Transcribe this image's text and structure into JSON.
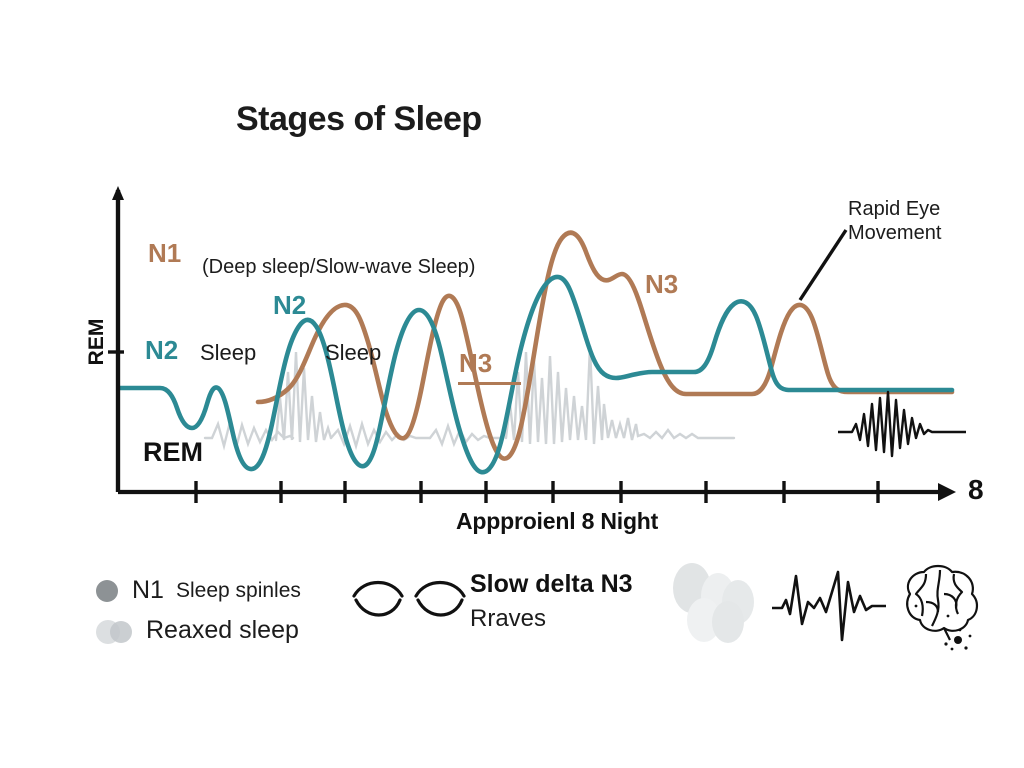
{
  "title": "Stages of Sleep",
  "axes": {
    "y_label": "REM",
    "x_label": "Appproienl 8 Night",
    "x_end_value": "8"
  },
  "labels": {
    "n1": "N1",
    "deep_sleep_note": "(Deep sleep/Slow-wave Sleep)",
    "n2_upper": "N2",
    "n2_lower": "N2",
    "sleep_1": "Sleep",
    "sleep_2": "Sleep",
    "n3_mid": "N3",
    "n3_right": "N3",
    "rem_inchart": "REM"
  },
  "annotation": {
    "rem_line1": "Rapid Eye",
    "rem_line2": "Movement"
  },
  "legend": {
    "n1_label": "N1",
    "spindles_label": "Sleep spinles",
    "relaxed_label": "Reaxed sleep",
    "slow_delta_label": "Slow delta N3",
    "waves_label": "Rraves",
    "eye_icon_name": "eyes-icon",
    "blobs_icon_name": "sleep-blobs-icon",
    "eeg_icon_name": "eeg-wave-icon",
    "brain_icon_name": "brain-icon"
  },
  "colors": {
    "brown": "#b07a55",
    "teal": "#2c8a94",
    "gray_wave": "#cfd3d6",
    "black": "#111111",
    "background": "#ffffff"
  },
  "chart_data": {
    "type": "line",
    "title": "Stages of Sleep",
    "xlabel": "Appproienl 8 Night",
    "ylabel": "REM",
    "grid": false,
    "legend_position": "bottom-left",
    "xlim": [
      0,
      10
    ],
    "ylim": [
      0,
      5
    ],
    "x_ticks": [
      1,
      2,
      3,
      4,
      5,
      6,
      7,
      8,
      9
    ],
    "x_tick_labels": [
      "",
      "",
      "",
      "",
      "",
      "",
      "",
      "",
      ""
    ],
    "y_ticks": [
      3
    ],
    "y_tick_labels": [
      ""
    ],
    "series": [
      {
        "name": "N2 (teal)",
        "color": "#2c8a94",
        "x": [
          0.0,
          0.35,
          0.7,
          1.05,
          1.4,
          1.8,
          2.2,
          2.6,
          3.0,
          3.4,
          3.8,
          4.2,
          4.6,
          5.0,
          5.4,
          5.8,
          6.2,
          6.6,
          7.0,
          7.4,
          7.8,
          8.2,
          8.6,
          9.0,
          9.6,
          10.0
        ],
        "values": [
          3.0,
          3.0,
          3.15,
          2.6,
          1.65,
          1.55,
          2.5,
          3.55,
          2.6,
          1.55,
          1.6,
          2.8,
          3.55,
          2.4,
          1.5,
          1.6,
          3.3,
          4.2,
          3.7,
          3.05,
          2.95,
          2.95,
          3.4,
          4.05,
          3.0,
          3.0
        ]
      },
      {
        "name": "N3 / N1 (brown)",
        "color": "#b07a55",
        "x": [
          2.1,
          2.5,
          2.9,
          3.3,
          3.7,
          4.1,
          4.5,
          4.9,
          5.3,
          5.7,
          6.1,
          6.5,
          6.9,
          7.3,
          7.7,
          8.1,
          8.5,
          8.9,
          9.3,
          9.7,
          10.0
        ],
        "values": [
          2.6,
          2.8,
          3.1,
          2.55,
          2.2,
          2.7,
          3.7,
          2.75,
          1.75,
          2.2,
          3.9,
          4.6,
          4.25,
          4.2,
          3.35,
          2.75,
          2.65,
          2.65,
          3.85,
          2.7,
          2.7
        ]
      },
      {
        "name": "EEG background (gray)",
        "color": "#cfd3d6",
        "description": "high-frequency background trace with spindle bursts"
      }
    ],
    "annotations": [
      {
        "text": "N1",
        "color": "#b07a55"
      },
      {
        "text": "(Deep sleep/Slow-wave Sleep)",
        "color": "#1c1c1c"
      },
      {
        "text": "N2",
        "color": "#2c8a94"
      },
      {
        "text": "Sleep",
        "color": "#1c1c1c"
      },
      {
        "text": "N3",
        "color": "#b07a55"
      },
      {
        "text": "REM",
        "color": "#111111"
      },
      {
        "text": "Rapid Eye Movement",
        "color": "#1c1c1c"
      }
    ]
  }
}
